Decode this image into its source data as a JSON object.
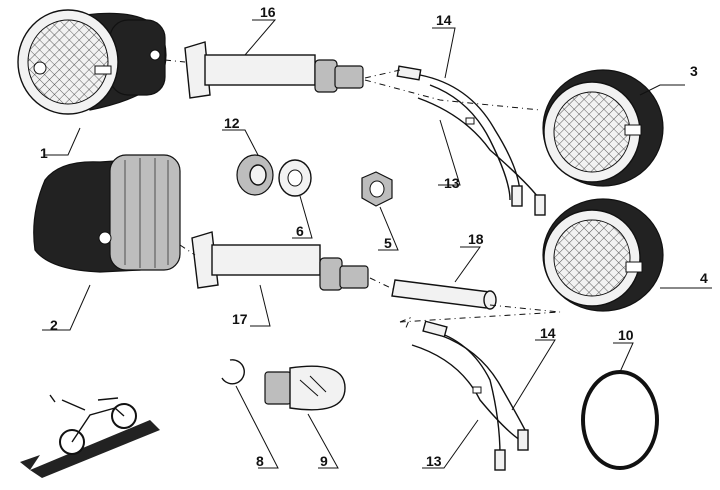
{
  "callouts": {
    "c1": "1",
    "c2": "2",
    "c3": "3",
    "c4": "4",
    "c5": "5",
    "c6": "6",
    "c8": "8",
    "c9": "9",
    "c10": "10",
    "c12": "12",
    "c13a": "13",
    "c13b": "13",
    "c14a": "14",
    "c14b": "14",
    "c16": "16",
    "c17": "17",
    "c18": "18"
  },
  "icons": {
    "motorcycle": "motorcycle-location-icon"
  }
}
